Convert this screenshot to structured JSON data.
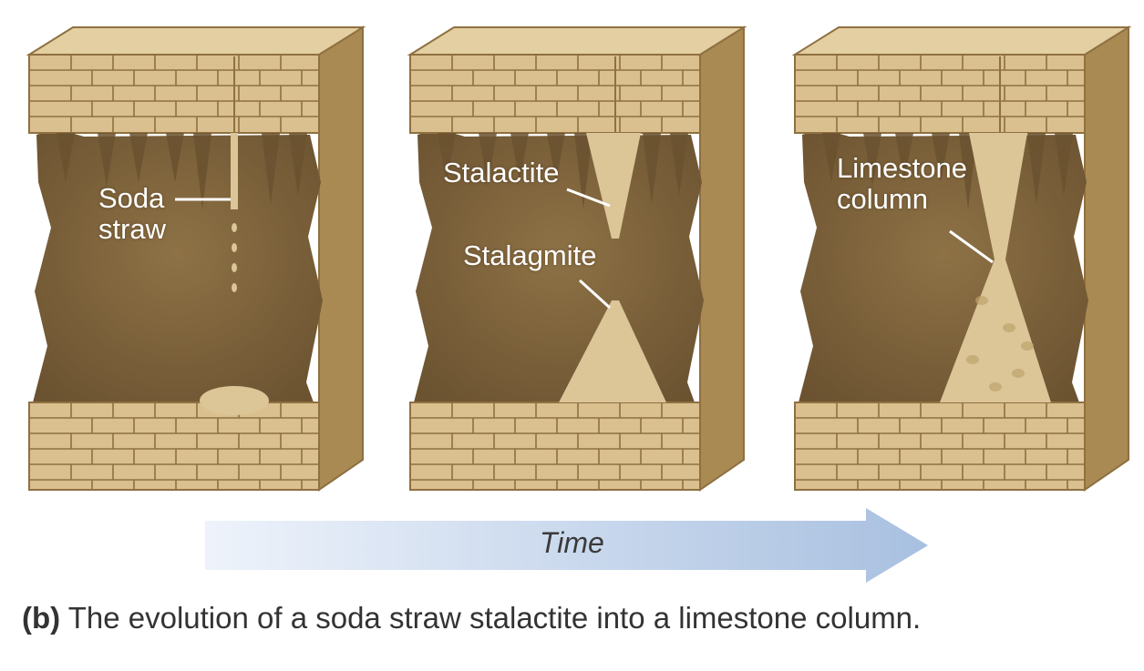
{
  "colors": {
    "rock_light": "#d9c08e",
    "rock_top": "#e3cfa2",
    "rock_side": "#a98a52",
    "mortar": "#8f7040",
    "cave_dark": "#6b5230",
    "cave_mid": "#8e7246",
    "formation": "#dcc597",
    "arrow_start": "#eef3fb",
    "arrow_end": "#a8c0e0"
  },
  "panels": [
    {
      "name": "soda-straw-stage",
      "labels": [
        {
          "id": "soda-straw",
          "lines": [
            "Soda",
            "straw"
          ]
        }
      ]
    },
    {
      "name": "stalactite-stalagmite-stage",
      "labels": [
        {
          "id": "stalactite",
          "lines": [
            "Stalactite"
          ]
        },
        {
          "id": "stalagmite",
          "lines": [
            "Stalagmite"
          ]
        }
      ]
    },
    {
      "name": "limestone-column-stage",
      "labels": [
        {
          "id": "limestone-column",
          "lines": [
            "Limestone",
            "column"
          ]
        }
      ]
    }
  ],
  "arrow": {
    "label": "Time",
    "icon": "right-arrow-icon"
  },
  "caption": {
    "tag": "(b)",
    "text": "The evolution of a soda straw stalactite into a limestone column."
  }
}
